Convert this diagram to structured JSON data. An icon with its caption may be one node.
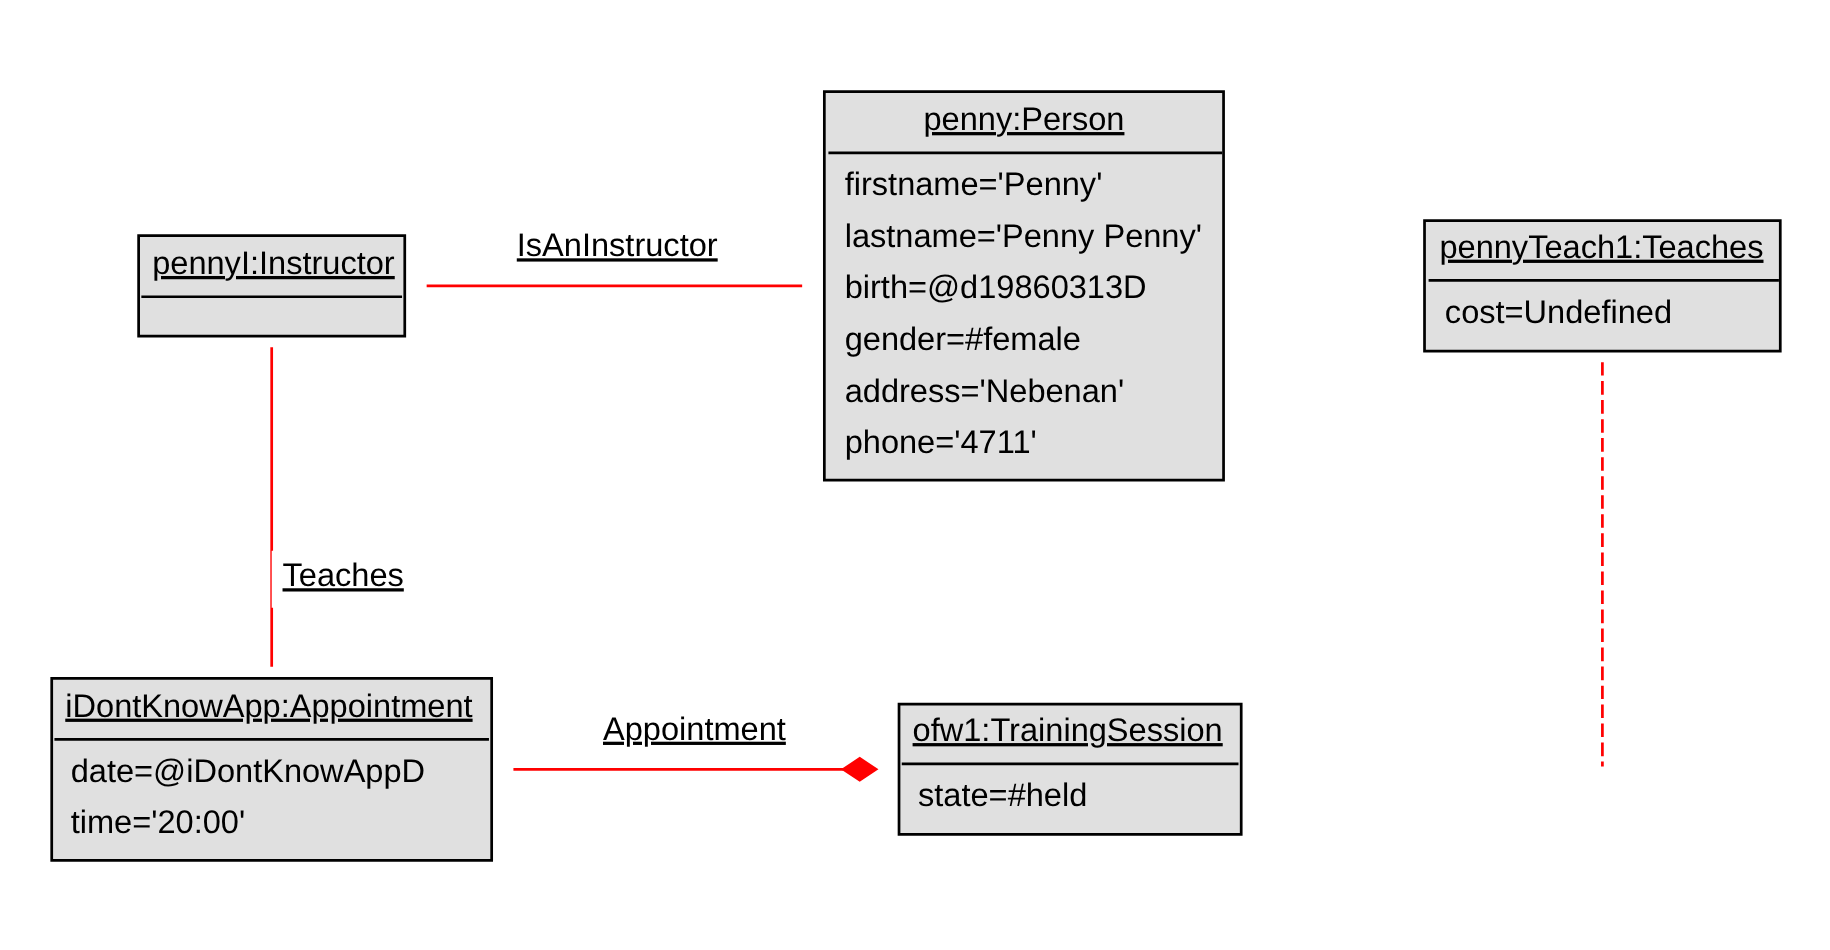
{
  "diagram": {
    "nodes": [
      {
        "text": [
          "penny:Person",
          "firstname='Penny'",
          "lastname='Penny Penny'",
          "birth=@d19860313D",
          "gender=#female",
          "address='Nebenan'",
          "phone='4711'"
        ]
      },
      {
        "text": [
          "pennyI:Instructor"
        ]
      },
      {
        "text": [
          "pennyTeach1:Teaches",
          "cost=Undefined"
        ]
      },
      {
        "text": [
          "iDontKnowApp:Appointment",
          "date=@iDontKnowAppD",
          "time='20:00'"
        ]
      },
      {
        "text": [
          "ofw1:TrainingSession",
          "state=#held"
        ]
      }
    ],
    "edges": [
      {
        "from": 1,
        "to": 0,
        "arrow": "none",
        "label": "IsAnInstructor"
      },
      {
        "from": 1,
        "to": 3,
        "arrow": "none",
        "label": "Teaches"
      },
      {
        "from": 2,
        "to": null,
        "arrow": "none",
        "style": "dashed"
      },
      {
        "from": 3,
        "to": 4,
        "arrow": "other",
        "label": "Appointment"
      }
    ]
  }
}
